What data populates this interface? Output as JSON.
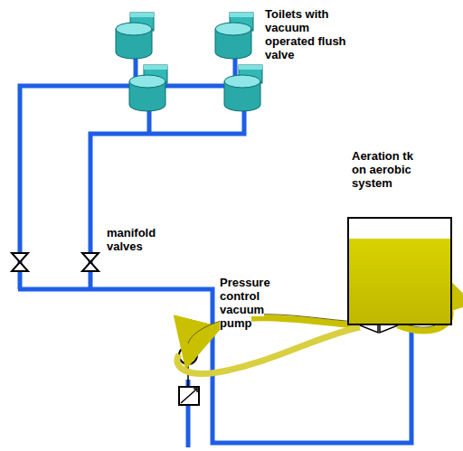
{
  "diagram": {
    "nodes": [
      {
        "text": [
          "Aeration tk on aerobic system"
        ]
      }
    ],
    "labels": [
      "Toilets with vacuum operated flush valve",
      "manifold valves",
      "Pressure control vacuum pump"
    ]
  }
}
